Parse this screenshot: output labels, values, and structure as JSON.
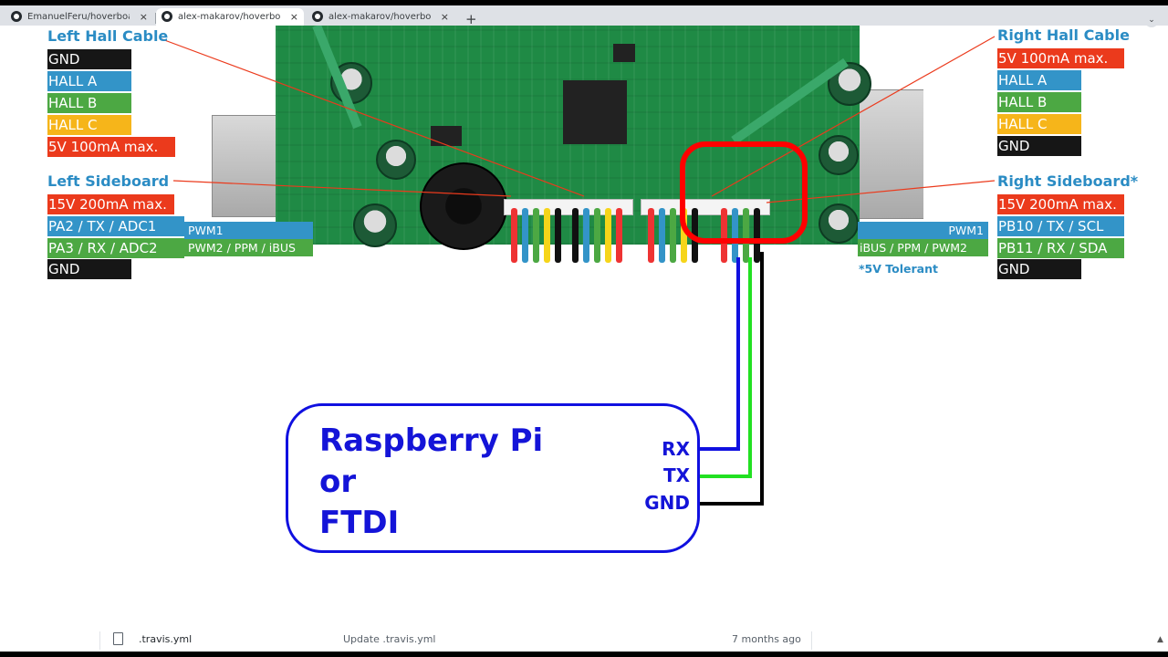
{
  "browser": {
    "tabs": [
      {
        "title": "EmanuelFeru/hoverboard-firmware-hack-FOC",
        "close": "×"
      },
      {
        "title": "alex-makarov/hoverboard-firmware-hack-FOC",
        "close": "×"
      },
      {
        "title": "alex-makarov/hoverboard-firmware-hack-FOC",
        "close": "×"
      }
    ],
    "new_tab": "+",
    "window_control": "⌄"
  },
  "diagram": {
    "left_hall": {
      "header": "Left Hall Cable",
      "pins": [
        "GND",
        "HALL A",
        "HALL B",
        "HALL C",
        "5V 100mA max."
      ]
    },
    "right_hall": {
      "header": "Right Hall Cable",
      "pins": [
        "5V 100mA max.",
        "HALL A",
        "HALL B",
        "HALL C",
        "GND"
      ]
    },
    "left_sideboard": {
      "header": "Left Sideboard",
      "pins": [
        "15V 200mA max.",
        "PA2 / TX / ADC1",
        "PA3 / RX / ADC2",
        "GND"
      ],
      "extras": [
        "PWM1",
        "PWM2 / PPM / iBUS"
      ]
    },
    "right_sideboard": {
      "header": "Right Sideboard*",
      "pins": [
        "15V 200mA max.",
        "PB10 / TX / SCL",
        "PB11 / RX / SDA",
        "GND"
      ],
      "extras": [
        "PWM1",
        "iBUS / PPM / PWM2"
      ],
      "note": "*5V Tolerant"
    },
    "device": {
      "lines": [
        "Raspberry Pi",
        "or",
        "FTDI"
      ],
      "pins": [
        "RX",
        "TX",
        "GND"
      ]
    },
    "colors": {
      "black": "#161616",
      "blue": "#3394c8",
      "green": "#4ca843",
      "yellow": "#f6b51a",
      "red": "#eb3a1c",
      "header_blue": "#2b8cc4",
      "device_blue": "#1414d8",
      "wire_blue": "#1010e0",
      "wire_green": "#22e022",
      "wire_black": "#000000",
      "highlight": "#ff0000"
    }
  },
  "file_row": {
    "icon": "file-icon",
    "name": ".travis.yml",
    "message": "Update .travis.yml",
    "age": "7 months ago",
    "scroll": "▲"
  }
}
